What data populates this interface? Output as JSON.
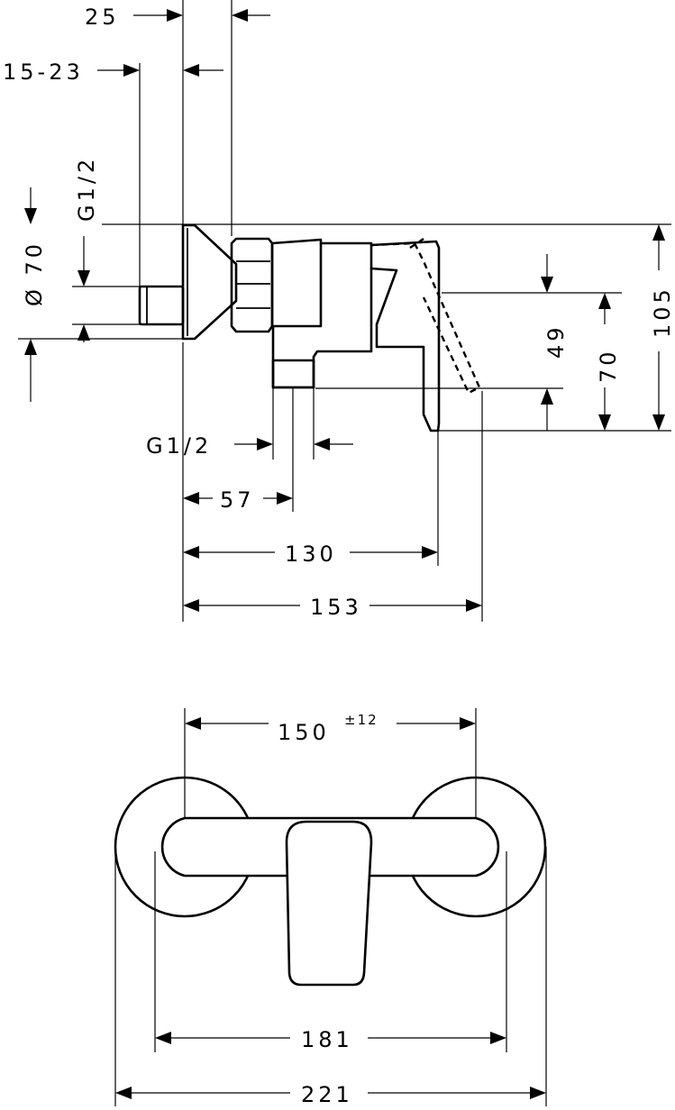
{
  "side_view": {
    "width_25": "25",
    "range_15_23": "15-23",
    "thread_g12_vertical": "G1/2",
    "diameter": "Ø 70",
    "height_49": "49",
    "height_70": "70",
    "height_105": "105",
    "thread_g12_horizontal": "G1/2",
    "length_57": "57",
    "length_130": "130",
    "length_153": "153"
  },
  "front_view": {
    "centers": "150",
    "tolerance": "±12",
    "width_181": "181",
    "width_221": "221"
  }
}
